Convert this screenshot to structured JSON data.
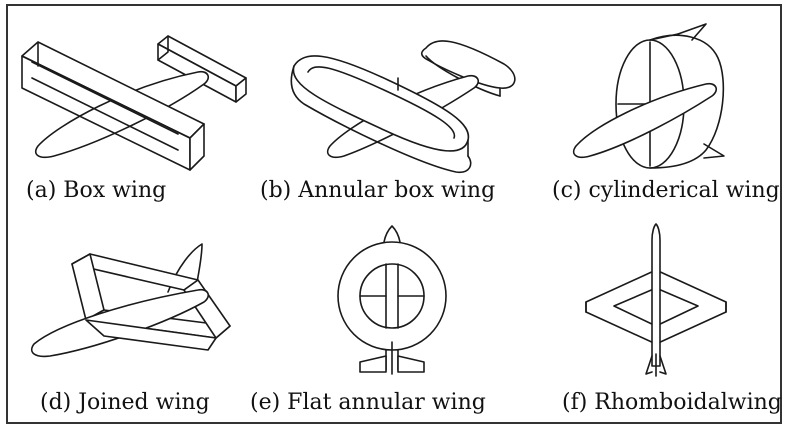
{
  "figure": {
    "panels": [
      {
        "id": "a",
        "caption": "(a) Box wing"
      },
      {
        "id": "b",
        "caption": "(b) Annular box wing"
      },
      {
        "id": "c",
        "caption": "(c) cylinderical wing"
      },
      {
        "id": "d",
        "caption": "(d) Joined wing"
      },
      {
        "id": "e",
        "caption": "(e) Flat annular wing"
      },
      {
        "id": "f",
        "caption": "(f) Rhomboidalwing"
      }
    ]
  }
}
